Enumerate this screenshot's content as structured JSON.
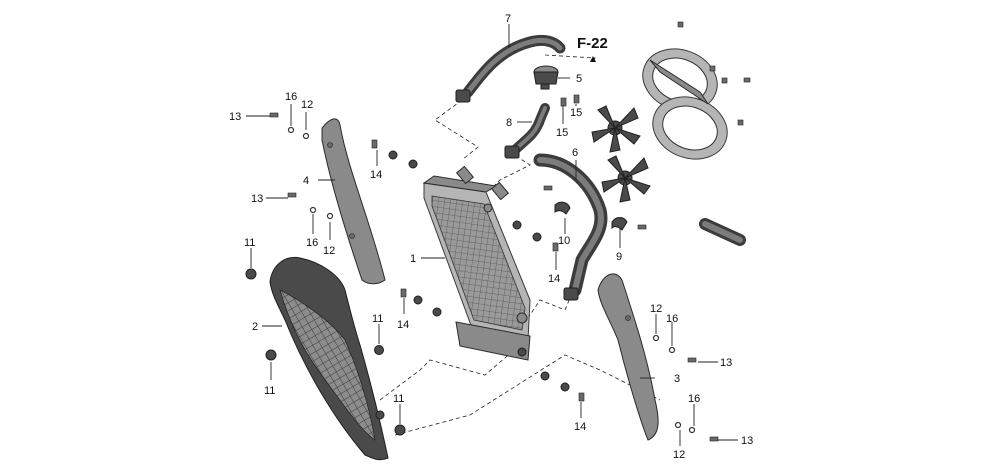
{
  "diagram": {
    "reference": "F-22",
    "callouts": {
      "c1": "1",
      "c2": "2",
      "c3": "3",
      "c4": "4",
      "c5": "5",
      "c6": "6",
      "c7": "7",
      "c8": "8",
      "c9": "9",
      "c10": "10",
      "c11a": "11",
      "c11b": "11",
      "c11c": "11",
      "c11d": "11",
      "c12a": "12",
      "c12b": "12",
      "c12c": "12",
      "c12d": "12",
      "c13a": "13",
      "c13b": "13",
      "c13c": "13",
      "c13d": "13",
      "c14a": "14",
      "c14b": "14",
      "c14c": "14",
      "c14d": "14",
      "c15a": "15",
      "c15b": "15",
      "c16a": "16",
      "c16b": "16",
      "c16c": "16",
      "c16d": "16"
    }
  }
}
